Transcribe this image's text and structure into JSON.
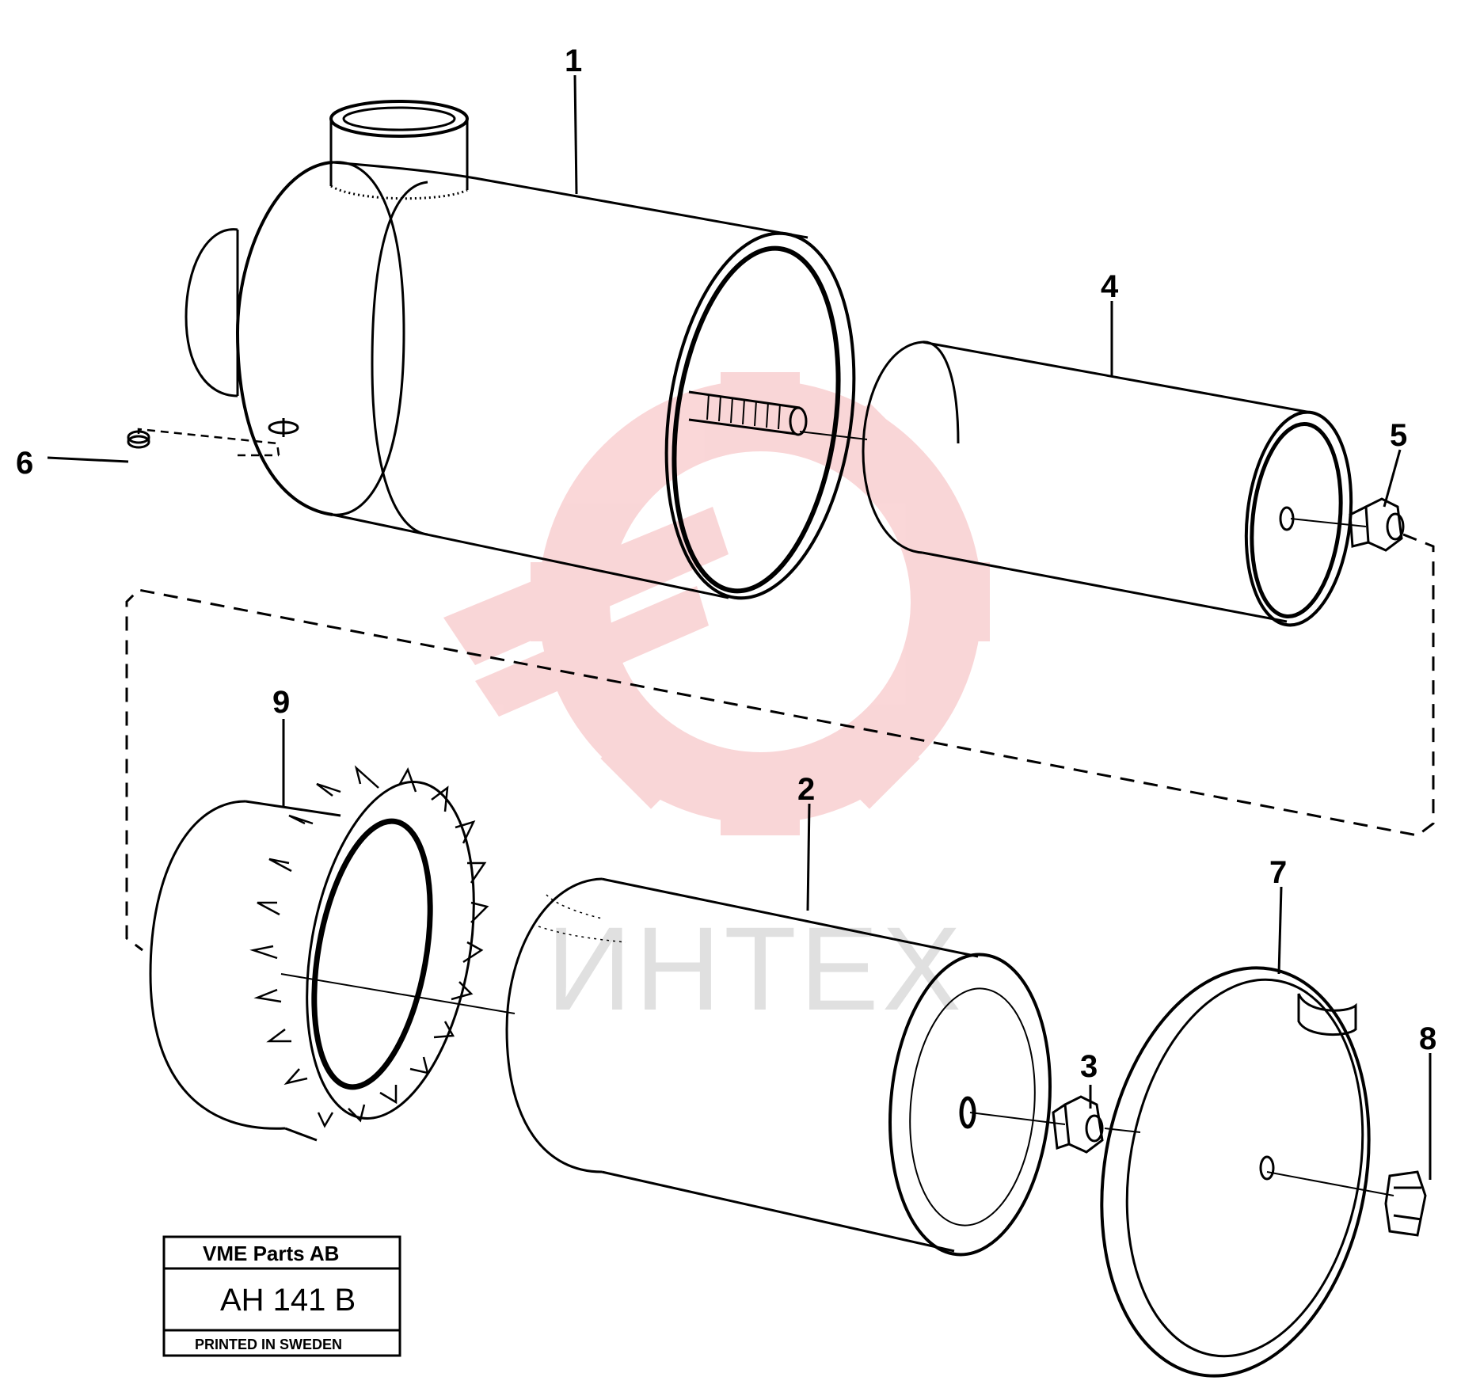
{
  "diagram": {
    "callouts": [
      {
        "id": "1",
        "label": "1"
      },
      {
        "id": "2",
        "label": "2"
      },
      {
        "id": "3",
        "label": "3"
      },
      {
        "id": "4",
        "label": "4"
      },
      {
        "id": "5",
        "label": "5"
      },
      {
        "id": "6",
        "label": "6"
      },
      {
        "id": "7",
        "label": "7"
      },
      {
        "id": "8",
        "label": "8"
      },
      {
        "id": "9",
        "label": "9"
      }
    ],
    "title_block": {
      "company": "VME Parts AB",
      "code": "AH 141  B",
      "footer": "PRINTED IN SWEDEN"
    },
    "watermark": {
      "text": "ИНТЕХ",
      "color": "#f4a3a6"
    }
  }
}
